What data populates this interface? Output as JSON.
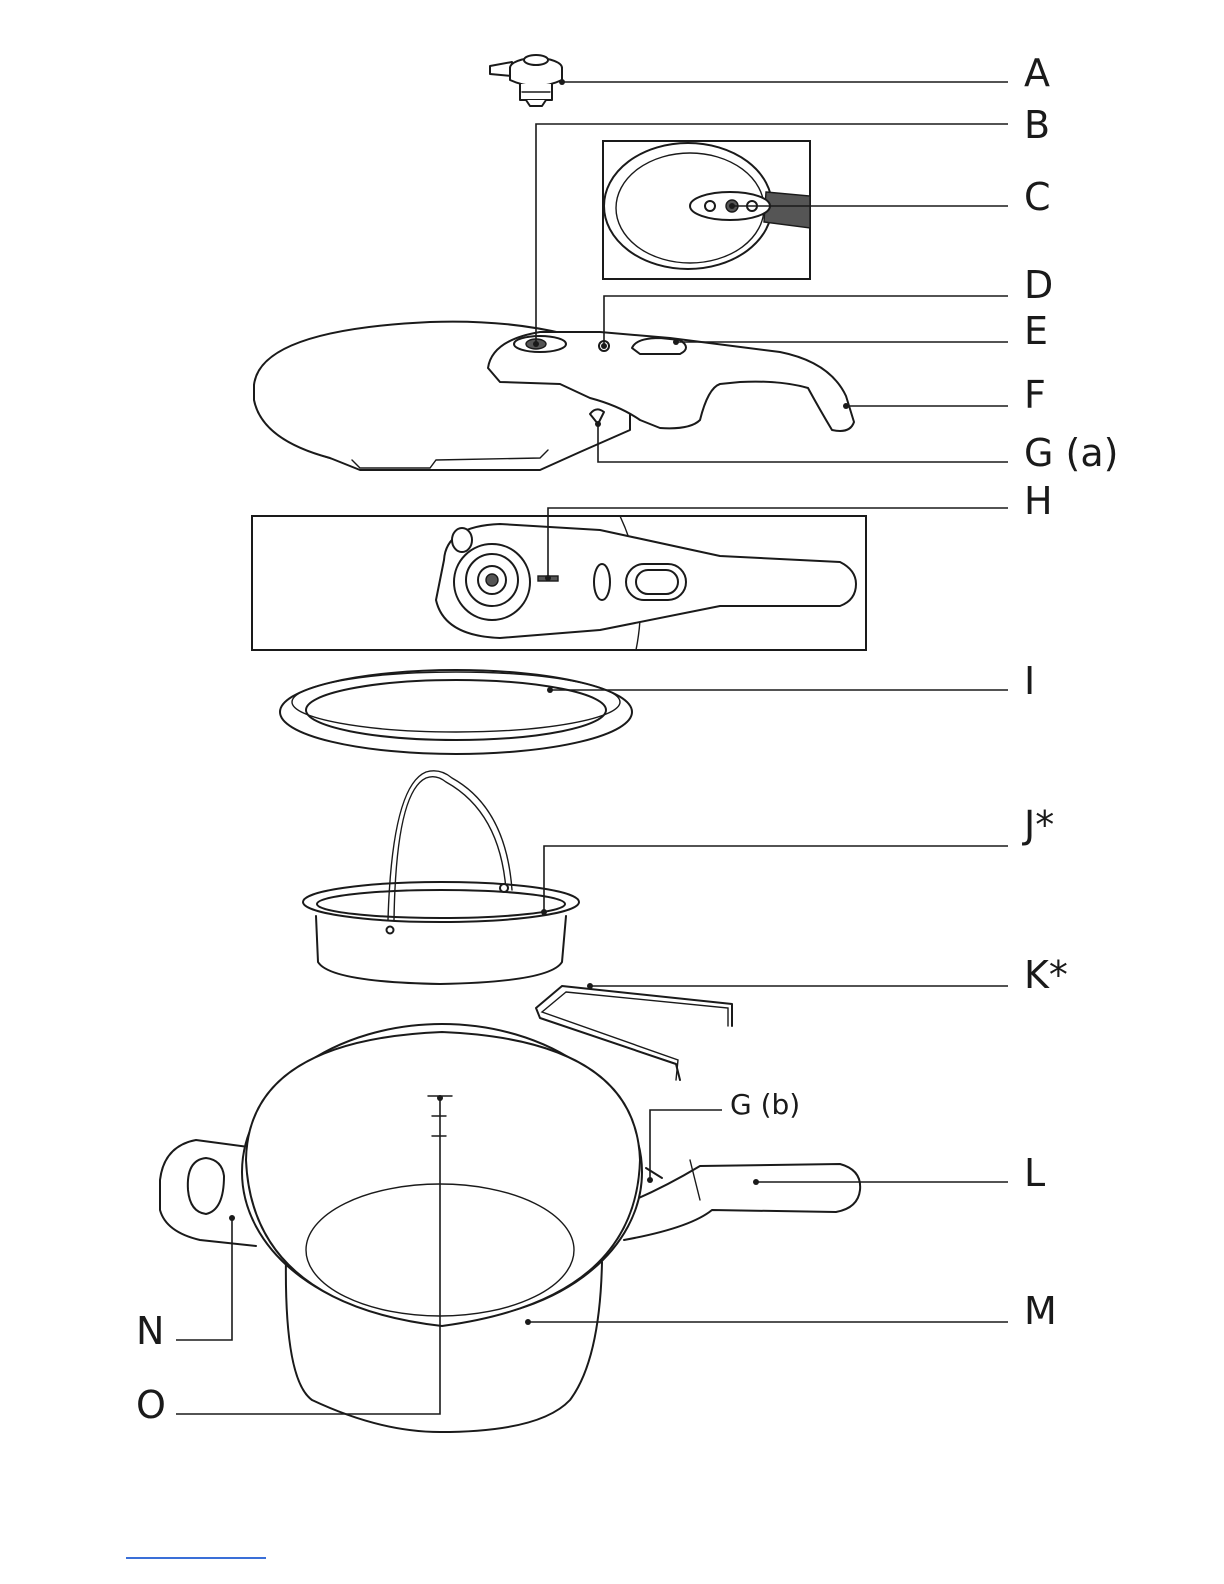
{
  "labels": {
    "A": "A",
    "B": "B",
    "C": "C",
    "D": "D",
    "E": "E",
    "F": "F",
    "Ga": "G (a)",
    "H": "H",
    "I": "I",
    "J": "J*",
    "K": "K*",
    "Gb": "G (b)",
    "L": "L",
    "M": "M",
    "N": "N",
    "O": "O"
  },
  "colors": {
    "line": "#1a1a1a",
    "footer_rule": "#3a6fd8"
  }
}
